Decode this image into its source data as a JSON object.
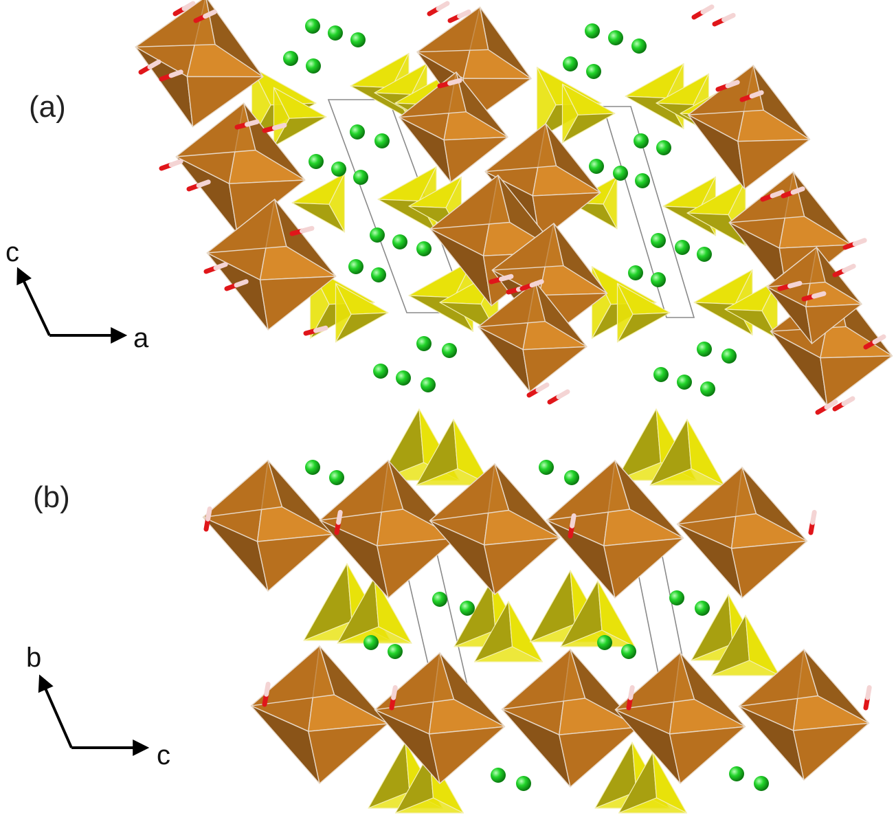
{
  "figure": {
    "panels": [
      {
        "id": "a",
        "label": "(a)",
        "axes": {
          "vertical": "c",
          "horizontal": "a"
        }
      },
      {
        "id": "b",
        "label": "(b)",
        "axes": {
          "vertical": "b",
          "horizontal": "c"
        }
      }
    ]
  },
  "colors": {
    "octahedron_dark": "#8a5418",
    "octahedron_mid": "#b8701e",
    "octahedron_light": "#d88a2a",
    "tetrahedron": "#e8e20a",
    "tetrahedron_dark": "#a8a010",
    "sphere": "#19c61f",
    "bond_red": "#e0161a",
    "bond_white": "#f4d4d4",
    "cell_line": "#8a8a8a"
  }
}
